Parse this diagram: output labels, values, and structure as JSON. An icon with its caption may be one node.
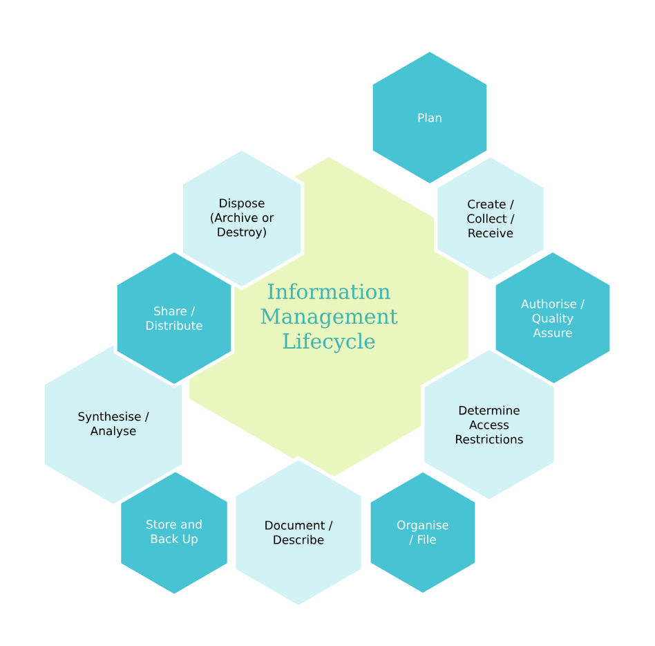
{
  "diagram": {
    "nodes": [
      {
        "text": [
          "Information Management Lifecycle"
        ]
      },
      {
        "text": [
          "Plan"
        ]
      },
      {
        "text": [
          "Create / Collect / Receive"
        ]
      },
      {
        "text": [
          "Authorise / Quality Assure"
        ]
      },
      {
        "text": [
          "Determine Access Restrictions"
        ]
      },
      {
        "text": [
          "Organise / File"
        ]
      },
      {
        "text": [
          "Document / Describe"
        ]
      },
      {
        "text": [
          "Store and Back Up"
        ]
      },
      {
        "text": [
          "Synthesise / Analyse"
        ]
      },
      {
        "text": [
          "Share / Distribute"
        ]
      },
      {
        "text": [
          "Dispose (Archive or Destroy)"
        ]
      }
    ]
  }
}
